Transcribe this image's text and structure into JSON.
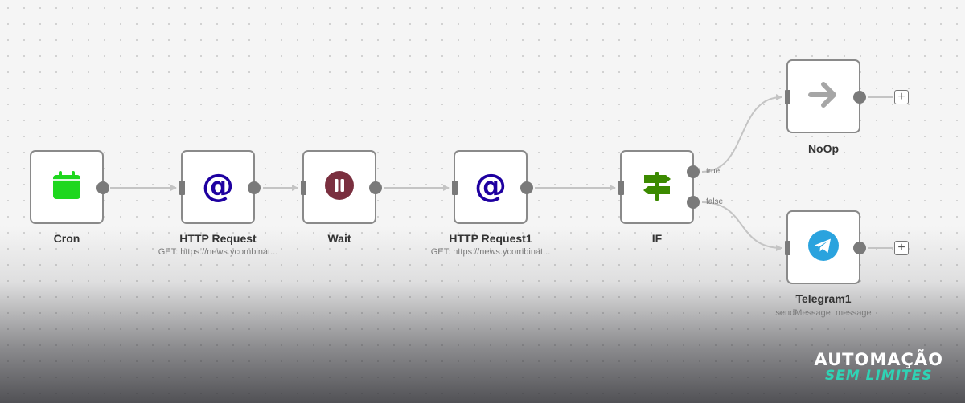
{
  "nodes": {
    "cron": {
      "name": "Cron",
      "icon": "calendar-icon",
      "color": "#1ed71e"
    },
    "http1": {
      "name": "HTTP Request",
      "subtitle": "GET: https://news.ycombinat...",
      "icon": "at-icon",
      "color": "#1e00a0"
    },
    "wait": {
      "name": "Wait",
      "icon": "pause-icon",
      "color": "#7a2f3f"
    },
    "http2": {
      "name": "HTTP Request1",
      "subtitle": "GET: https://news.ycombinat...",
      "icon": "at-icon",
      "color": "#1e00a0"
    },
    "if": {
      "name": "IF",
      "icon": "signpost-icon",
      "color": "#3c8a00",
      "outputs": {
        "true": "true",
        "false": "false"
      }
    },
    "noop": {
      "name": "NoOp",
      "icon": "arrow-right-icon",
      "color": "#a6a6a6"
    },
    "telegram": {
      "name": "Telegram1",
      "subtitle": "sendMessage: message",
      "icon": "telegram-icon",
      "color": "#2aa3de"
    }
  },
  "add_button": "+",
  "watermark": {
    "line1": "AUTOMAÇÃO",
    "line2": "SEM LIMITES"
  },
  "colors": {
    "edge": "#c4c4c4",
    "node_border": "#8a8a8a",
    "handle": "#7a7a7a"
  }
}
